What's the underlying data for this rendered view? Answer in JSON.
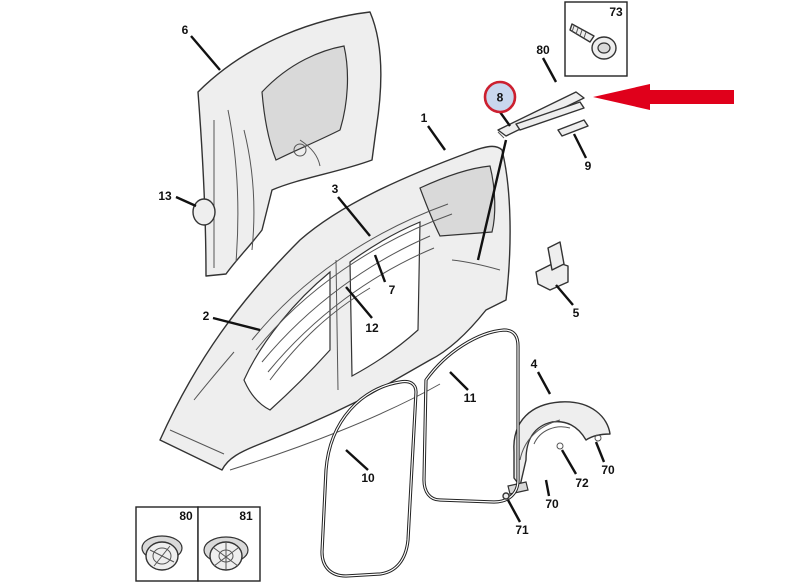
{
  "colors": {
    "highlight_arrow": "#e0001b",
    "highlight_circle": "#cc2030",
    "highlight_fill": "#c9d7ee",
    "part_fill": "#eeeeee",
    "line": "#111111"
  },
  "callouts": {
    "p1": "1",
    "p2": "2",
    "p3": "3",
    "p4": "4",
    "p5": "5",
    "p6": "6",
    "p7": "7",
    "p8": "8",
    "p9": "9",
    "p10": "10",
    "p11": "11",
    "p12": "12",
    "p13": "13",
    "p70a": "70",
    "p70b": "70",
    "p71": "71",
    "p72": "72",
    "p73": "73",
    "p80": "80"
  },
  "detail_boxes": {
    "box73": "73",
    "box80": "80",
    "box81": "81"
  },
  "highlighted_part": "8"
}
